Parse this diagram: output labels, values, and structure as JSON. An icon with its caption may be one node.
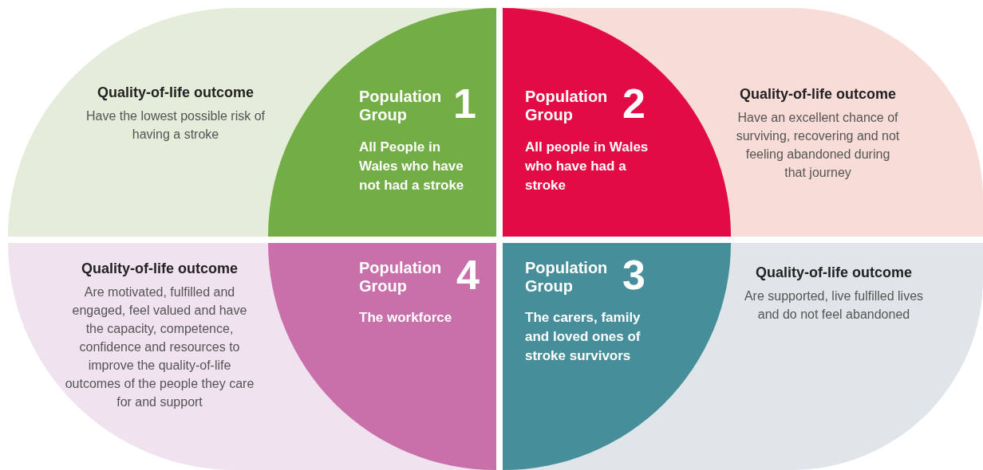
{
  "diagram": {
    "nodes": [
      {
        "text": [
          "Quality-of-life outcome",
          "Have the lowest possible risk of having a stroke"
        ]
      },
      {
        "text": [
          "Population Group",
          "1",
          "All People in Wales who have not had a stroke"
        ],
        "in": 0
      },
      {
        "text": [
          "Population Group",
          "2",
          "All people in Wales who have had a stroke"
        ],
        "in": 3
      },
      {
        "text": [
          "Quality-of-life outcome",
          "Have an excellent chance of surviving, recovering and not feeling abandoned during that journey"
        ]
      },
      {
        "text": [
          "Quality-of-life outcome",
          "Are motivated, fulfilled and engaged, feel valued and have the capacity, competence, confidence and resources to improve the quality-of-life outcomes of the people they care for and support"
        ]
      },
      {
        "text": [
          "Population Group",
          "4",
          "The workforce"
        ],
        "in": 4
      },
      {
        "text": [
          "Population Group",
          "3",
          "The carers, family and loved ones of stroke survivors"
        ],
        "in": 7
      },
      {
        "text": [
          "Quality-of-life outcome",
          "Are supported, live fulfilled lives and do not feel abandoned"
        ]
      }
    ]
  }
}
